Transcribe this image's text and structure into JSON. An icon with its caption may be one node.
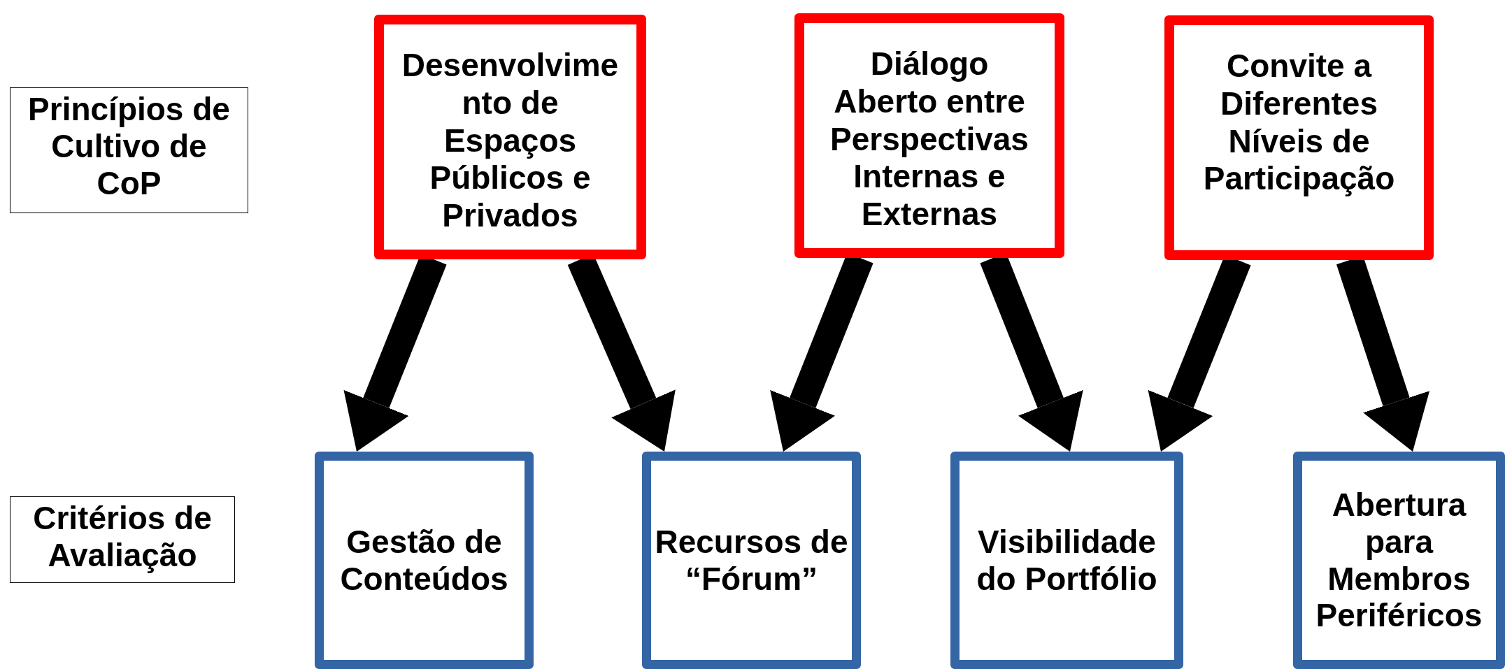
{
  "diagram": {
    "nodes": [
      {
        "text": [
          "Princípios de Cultivo de CoP"
        ]
      },
      {
        "text": [
          "Desenvolvimento de Espaços Públicos e Privados"
        ]
      },
      {
        "text": [
          "Diálogo Aberto entre Perspectivas Internas e Externas"
        ]
      },
      {
        "text": [
          "Convite a Diferentes Níveis de Participação"
        ]
      },
      {
        "text": [
          "Critérios de Avaliação"
        ]
      },
      {
        "text": [
          "Gestão de Conteúdos"
        ]
      },
      {
        "text": [
          "Recursos de “Fórum”"
        ]
      },
      {
        "text": [
          "Visibilidade do Portfólio"
        ]
      },
      {
        "text": [
          "Abertura para Membros Periféricos"
        ]
      }
    ],
    "edges": [
      {
        "from": 1,
        "to": 5,
        "arrow": "to"
      },
      {
        "from": 1,
        "to": 6,
        "arrow": "to"
      },
      {
        "from": 2,
        "to": 6,
        "arrow": "to"
      },
      {
        "from": 2,
        "to": 7,
        "arrow": "to"
      },
      {
        "from": 3,
        "to": 7,
        "arrow": "to"
      },
      {
        "from": 3,
        "to": 8,
        "arrow": "to"
      }
    ]
  }
}
